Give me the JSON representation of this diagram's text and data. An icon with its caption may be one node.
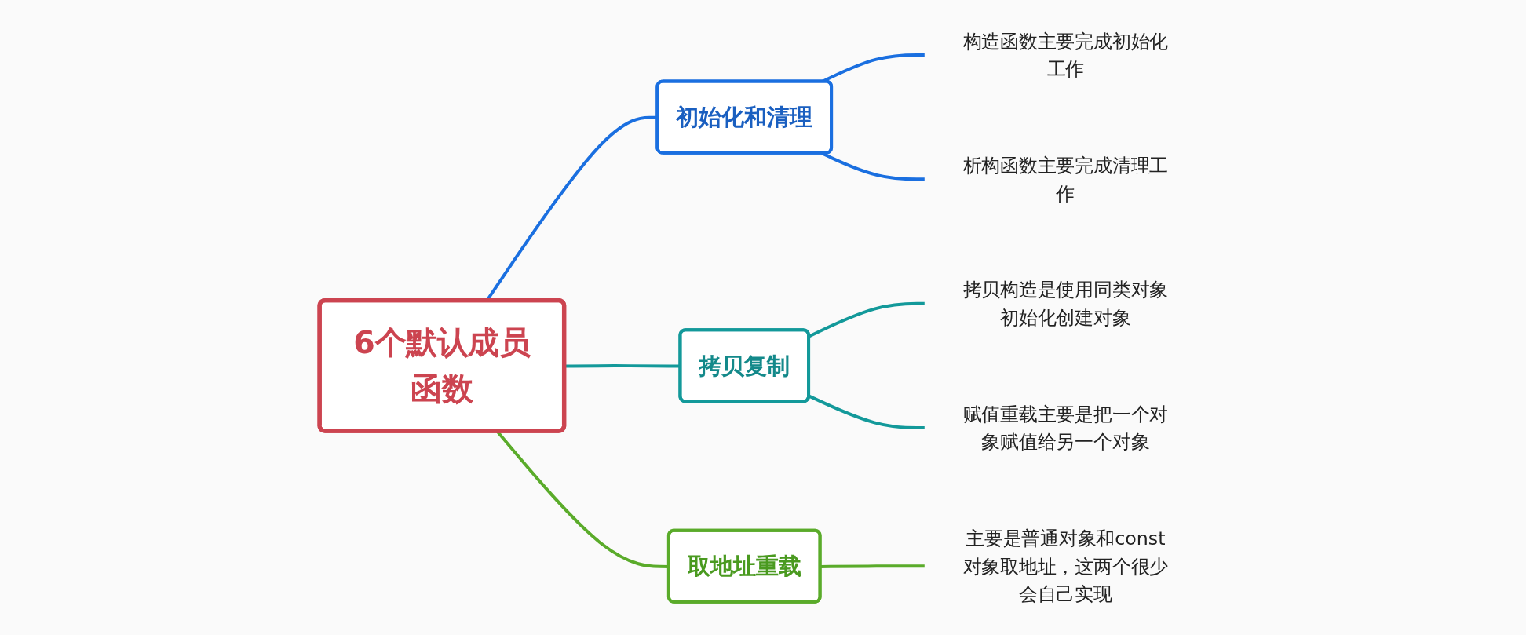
{
  "diagram": {
    "nodes": [
      {
        "text": [
          "6个默认成员函数"
        ]
      },
      {
        "text": [
          "初始化和清理"
        ]
      },
      {
        "text": [
          "构造函数主要完成初始化工作"
        ]
      },
      {
        "text": [
          "析构函数主要完成清理工作"
        ]
      },
      {
        "text": [
          "拷贝复制"
        ]
      },
      {
        "text": [
          "拷贝构造是使用同类对象初始化创建对象"
        ]
      },
      {
        "text": [
          "赋值重载主要是把一个对象赋值给另一个对象"
        ]
      },
      {
        "text": [
          "取地址重载"
        ]
      },
      {
        "text": [
          "主要是普通对象和const对象取地址，这两个很少会自己实现"
        ]
      }
    ],
    "edges": [
      {
        "from": 0,
        "to": 1,
        "arrow": "none",
        "color": "#1a6fe0"
      },
      {
        "from": 1,
        "to": 2,
        "arrow": "none",
        "color": "#1a6fe0"
      },
      {
        "from": 1,
        "to": 3,
        "arrow": "none",
        "color": "#1a6fe0"
      },
      {
        "from": 0,
        "to": 4,
        "arrow": "none",
        "color": "#13999a"
      },
      {
        "from": 4,
        "to": 5,
        "arrow": "none",
        "color": "#13999a"
      },
      {
        "from": 4,
        "to": 6,
        "arrow": "none",
        "color": "#13999a"
      },
      {
        "from": 0,
        "to": 7,
        "arrow": "none",
        "color": "#5aab2a"
      },
      {
        "from": 7,
        "to": 8,
        "arrow": "none",
        "color": "#5aab2a"
      }
    ]
  }
}
